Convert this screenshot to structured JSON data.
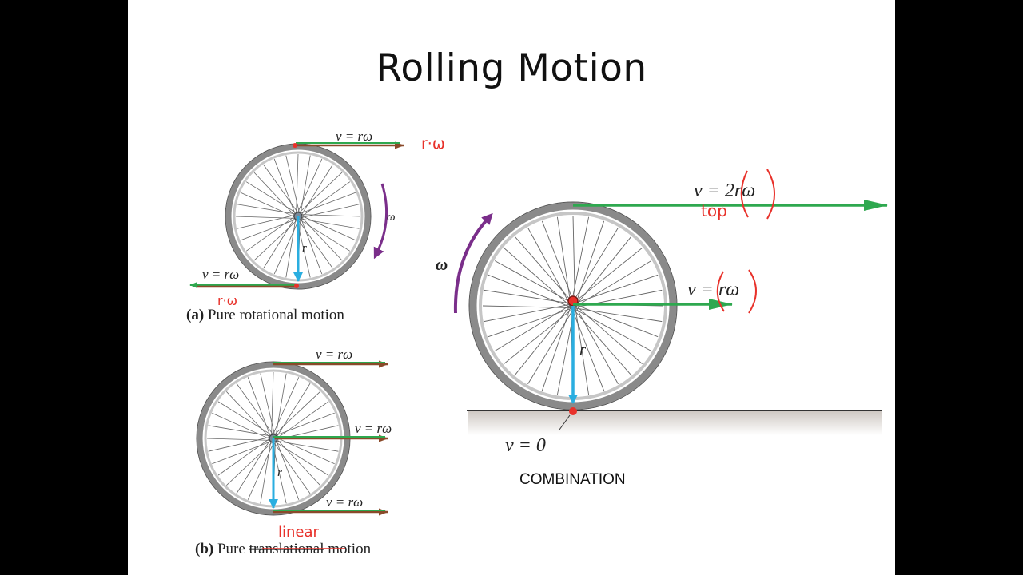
{
  "title": "Rolling Motion",
  "panel_a": {
    "caption_letter": "(a)",
    "caption_text": "Pure rotational motion",
    "top_velocity": "v = rω",
    "bottom_velocity": "v = rω",
    "omega_label": "ω",
    "radius_label": "r",
    "annotation_top": "r·ω",
    "annotation_bottom": "r·ω"
  },
  "panel_b": {
    "caption_letter": "(b)",
    "caption_pure": "Pure",
    "caption_struck": "translational",
    "caption_end": "motion",
    "top_velocity": "v = rω",
    "center_velocity": "v = rω",
    "bottom_velocity": "v = rω",
    "radius_label": "r",
    "annotation_linear": "linear"
  },
  "panel_c": {
    "top_velocity": "v = 2rω",
    "center_velocity": "v = rω",
    "contact_velocity": "v = 0",
    "omega_label": "ω",
    "radius_label": "r",
    "annotation_top": "top",
    "label": "COMBINATION"
  },
  "colors": {
    "arrow_green": "#2ea84f",
    "arrow_brown": "#8a4a2a",
    "radius_cyan": "#2aaee0",
    "omega_purple": "#7a2e8a",
    "ink_red": "#e8312a",
    "tire_gray": "#8a8a8a"
  }
}
